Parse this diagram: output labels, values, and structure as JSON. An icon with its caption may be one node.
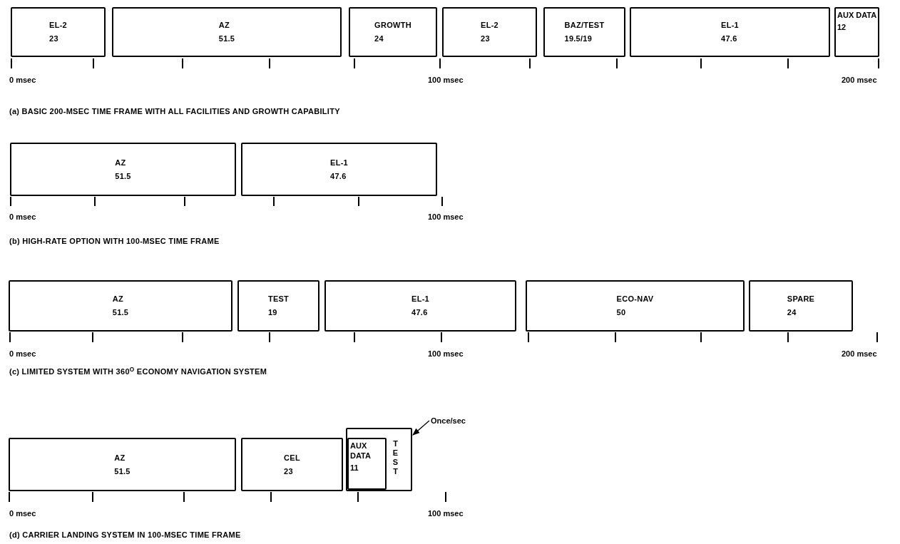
{
  "diagram": {
    "nodes": [
      {
        "text": [
          "EL-2",
          "23"
        ]
      },
      {
        "text": [
          "AZ",
          "51.5"
        ]
      },
      {
        "text": [
          "GROWTH",
          "24"
        ]
      },
      {
        "text": [
          "EL-2",
          "23"
        ]
      },
      {
        "text": [
          "BAZ/TEST",
          "19.5/19"
        ]
      },
      {
        "text": [
          "EL-1",
          "47.6"
        ]
      },
      {
        "text": [
          "AUX DATA",
          "12"
        ]
      },
      {
        "text": [
          "AZ",
          "51.5"
        ]
      },
      {
        "text": [
          "EL-1",
          "47.6"
        ]
      },
      {
        "text": [
          "AZ",
          "51.5"
        ]
      },
      {
        "text": [
          "TEST",
          "19"
        ]
      },
      {
        "text": [
          "EL-1",
          "47.6"
        ]
      },
      {
        "text": [
          "ECO-NAV",
          "50"
        ]
      },
      {
        "text": [
          "SPARE",
          "24"
        ]
      },
      {
        "text": [
          "AZ",
          "51.5"
        ]
      },
      {
        "text": [
          "CEL",
          "23"
        ]
      },
      {
        "text": [
          "TEST"
        ]
      },
      {
        "text": [
          "AUX DATA",
          "11"
        ],
        "in": 16
      },
      {
        "text": [
          "Once/sec"
        ]
      }
    ],
    "edges": [
      {
        "from": 18,
        "to": 16,
        "arrow": "to"
      }
    ],
    "labels": [
      "0 msec",
      "100 msec",
      "200 msec",
      "(a) BASIC 200-MSEC TIME FRAME WITH ALL FACILITIES AND GROWTH CAPABILITY",
      "0 msec",
      "100 msec",
      "(b) HIGH-RATE OPTION WITH 100-MSEC TIME FRAME",
      "0 msec",
      "100 msec",
      "200 msec",
      "(c) LIMITED SYSTEM WITH 360$^{O}$ ECONOMY NAVIGATION SYSTEM",
      "0 msec",
      "100 msec",
      "(d) CARRIER LANDING SYSTEM IN 100-MSEC TIME FRAME"
    ]
  }
}
